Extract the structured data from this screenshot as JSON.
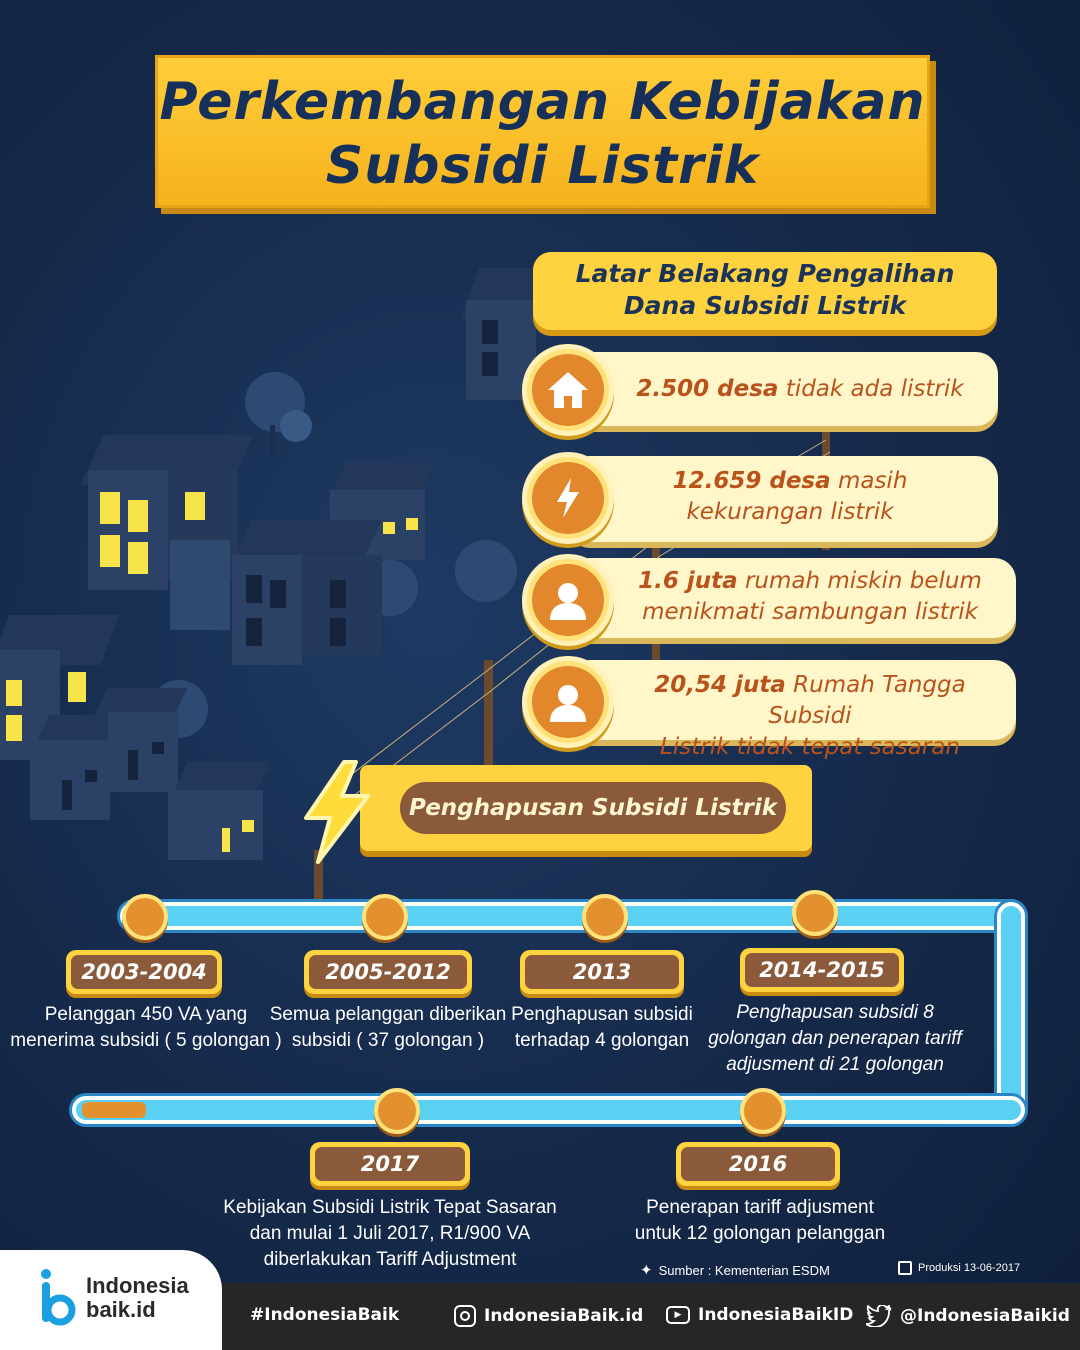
{
  "title": {
    "line1": "Perkembangan Kebijakan",
    "line2": "Subsidi Listrik"
  },
  "background_section": {
    "line1": "Latar Belakang Pengalihan",
    "line2": "Dana Subsidi Listrik"
  },
  "facts": [
    {
      "icon": "house-icon",
      "bold": "2.500 desa",
      "rest": " tidak ada listrik",
      "line2": ""
    },
    {
      "icon": "lightning-icon",
      "bold": "12.659 desa",
      "rest": " masih",
      "line2": "kekurangan listrik"
    },
    {
      "icon": "person-icon",
      "bold": "1.6 juta",
      "rest": " rumah miskin belum",
      "line2": "menikmati sambungan listrik"
    },
    {
      "icon": "person-icon",
      "bold": "20,54 juta",
      "rest": " Rumah Tangga Subsidi",
      "line2": "Listrik  tidak tepat sasaran"
    }
  ],
  "removal_heading": "Penghapusan Subsidi Listrik",
  "timeline": [
    {
      "year": "2003-2004",
      "l1": "Pelanggan 450 VA yang",
      "l2": "menerima subsidi ( 5 golongan )",
      "l3": ""
    },
    {
      "year": "2005-2012",
      "l1": "Semua pelanggan diberikan",
      "l2": "subsidi  ( 37 golongan )",
      "l3": ""
    },
    {
      "year": "2013",
      "l1": "Penghapusan subsidi",
      "l2": "terhadap 4 golongan",
      "l3": ""
    },
    {
      "year": "2014-2015",
      "l1": "Penghapusan subsidi 8",
      "l2": "golongan dan penerapan tariff",
      "l3": "adjusment di 21 golongan"
    },
    {
      "year": "2016",
      "l1": "Penerapan  tariff adjusment",
      "l2": "untuk 12 golongan pelanggan",
      "l3": ""
    },
    {
      "year": "2017",
      "l1": "Kebijakan Subsidi Listrik Tepat Sasaran",
      "l2": "dan mulai 1 Juli 2017, R1/900 VA",
      "l3": "diberlakukan Tariff Adjustment"
    }
  ],
  "source": "Sumber : Kementerian ESDM",
  "production": "Produksi 13-06-2017",
  "logo": {
    "line1": "Indonesia",
    "line2": "baik.id"
  },
  "footer": {
    "hashtag": "#IndonesiaBaik",
    "instagram": "IndonesiaBaik.id",
    "youtube": "IndonesiaBaikID",
    "twitter": "@IndonesiaBaikid"
  },
  "colors": {
    "background": "#15294a",
    "accent_yellow": "#ffd23f",
    "card": "#fff6c9",
    "text_orange": "#b9521b",
    "brown": "#8a5a3a",
    "timeline_blue": "#5ad0f2",
    "footer": "#262626"
  }
}
